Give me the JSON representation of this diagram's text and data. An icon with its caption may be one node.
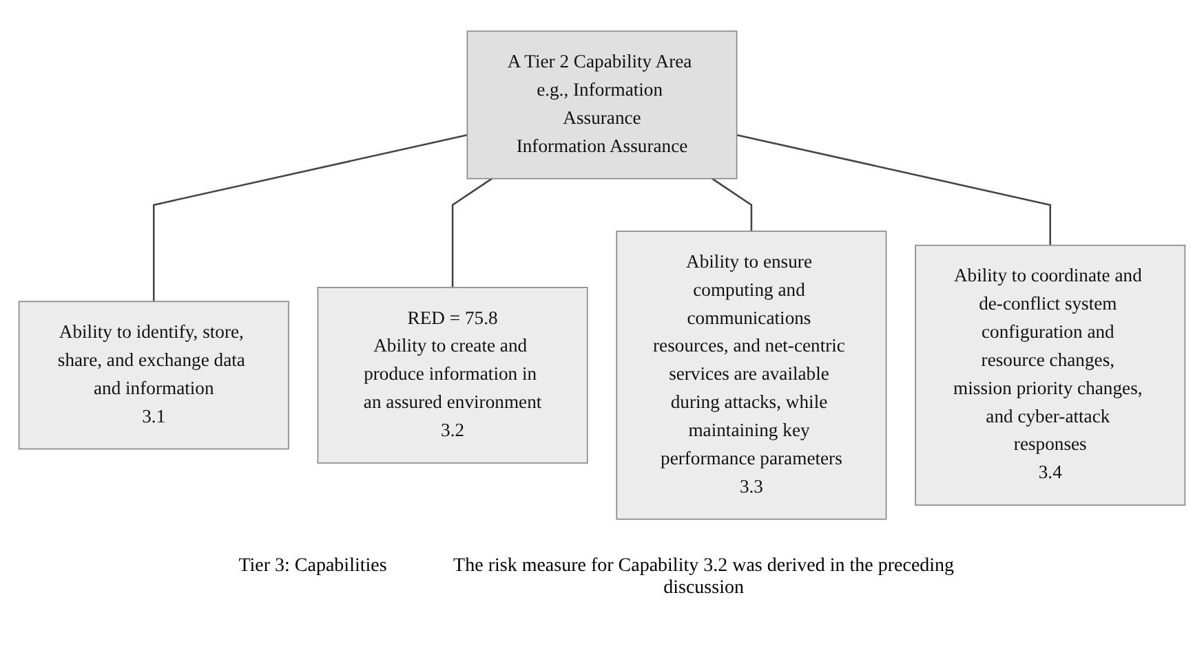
{
  "diagram": {
    "nodes": [
      {
        "text": [
          "A Tier 2 Capability Area e.g., Information Assurance",
          "Information Assurance"
        ]
      },
      {
        "text": [
          "Ability to identify, store, share, and exchange data and information",
          "3.1"
        ]
      },
      {
        "text": [
          "RED = 75.8",
          "Ability to create and produce information in an assured environment",
          "3.2"
        ]
      },
      {
        "text": [
          "Ability to ensure computing and communications resources, and net-centric services are available during attacks, while maintaining key performance parameters",
          "3.3"
        ]
      },
      {
        "text": [
          "Ability to coordinate and de-conflict system configuration and resource changes, mission priority changes, and cyber-attack responses",
          "3.4"
        ]
      }
    ],
    "edges": [
      {
        "from": 0,
        "to": 1,
        "arrow": "none"
      },
      {
        "from": 0,
        "to": 2,
        "arrow": "none"
      },
      {
        "from": 0,
        "to": 3,
        "arrow": "none"
      },
      {
        "from": 0,
        "to": 4,
        "arrow": "none"
      }
    ],
    "labels": [
      "Tier 3: Capabilities",
      "The risk measure for Capability 3.2 was derived in the preceding discussion"
    ]
  }
}
